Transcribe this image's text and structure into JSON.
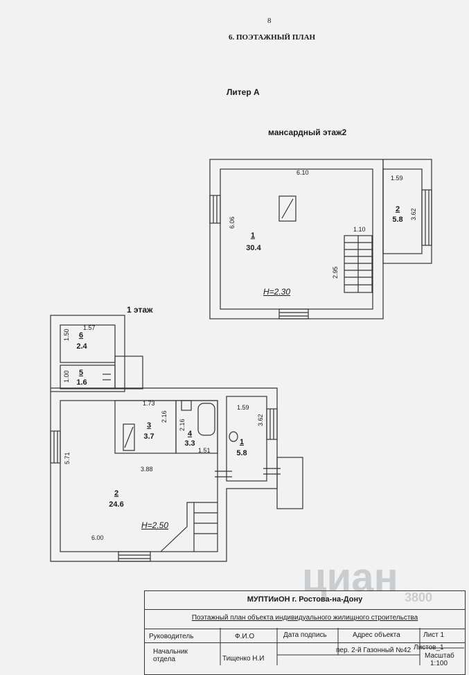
{
  "page": {
    "number": "8"
  },
  "header": {
    "section_title": "6.   ПОЭТАЖНЫЙ ПЛАН",
    "liter": "Литер А"
  },
  "attic": {
    "label": "мансардный этаж2",
    "height_label": "H=2.30",
    "dims": {
      "top": "6.10",
      "left": "6.06",
      "stair_w": "1.10",
      "stair_h": "2.95",
      "side_w": "1.59",
      "side_h": "3.62"
    },
    "rooms": [
      {
        "num": "1",
        "area": "30.4"
      },
      {
        "num": "2",
        "area": "5.8"
      }
    ]
  },
  "ground": {
    "label": "1 этаж",
    "height_label": "H=2.50",
    "dims": {
      "r6_w": "1.57",
      "r6_h": "1.50",
      "r5_h": "1.00",
      "r3_w": "1.73",
      "r3_h": "2.16",
      "r4_h": "2.16",
      "r4_w": "1.51",
      "r1_w": "1.59",
      "r1_h": "3.62",
      "r2_h": "5.71",
      "r2_mid": "3.88",
      "r2_bottom": "6.00"
    },
    "rooms": [
      {
        "num": "6",
        "area": "2.4"
      },
      {
        "num": "5",
        "area": "1.6"
      },
      {
        "num": "3",
        "area": "3.7"
      },
      {
        "num": "4",
        "area": "3.3"
      },
      {
        "num": "1",
        "area": "5.8"
      },
      {
        "num": "2",
        "area": "24.6"
      }
    ]
  },
  "stamp": {
    "org": "МУПТИиОН г. Ростова-на-Дону",
    "doc_title": "Поэтажный план объекта индивидуального жилищного строительства",
    "col_head": "Руководитель",
    "col_fio": "Ф.И.О",
    "col_date": "Дата подпись",
    "col_addr": "Адрес объекта",
    "sheet": "Лист 1",
    "sheets": "Листов_1",
    "addr": "пер. 2-й Газонный №42",
    "scale_label": "Масштаб",
    "scale": "1:100",
    "role": "Начальник отдела",
    "person": "Тищенко Н.И"
  },
  "watermark": {
    "text": "циан",
    "sub": "3800"
  }
}
